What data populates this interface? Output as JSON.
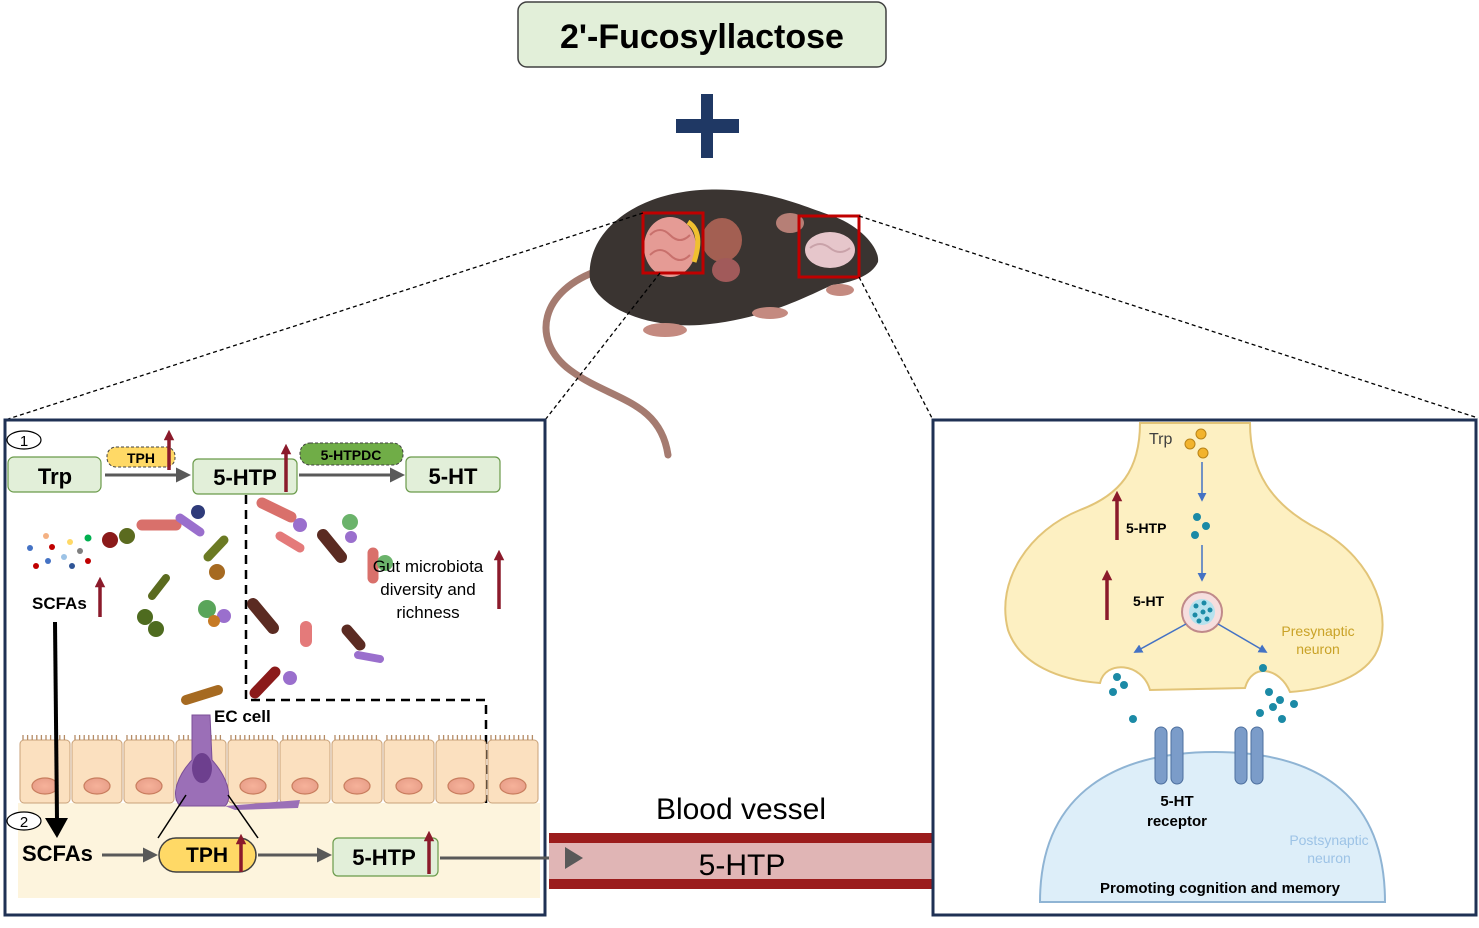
{
  "title": "2'-Fucosyllactose",
  "gut_panel": {
    "step1_marker": "1",
    "step2_marker": "2",
    "pathway": {
      "trp": "Trp",
      "tph": "TPH",
      "htp": "5-HTP",
      "htpdc": "5-HTPDC",
      "ht": "5-HT"
    },
    "scfas_small": "SCFAs",
    "microbiota_lines": [
      "Gut microbiota",
      "diversity and",
      "richness"
    ],
    "ec_cell": "EC cell",
    "lower_pathway": {
      "scfas": "SCFAs",
      "tph": "TPH",
      "htp": "5-HTP"
    }
  },
  "vessel": {
    "title": "Blood vessel",
    "content": "5-HTP"
  },
  "brain_panel": {
    "trp": "Trp",
    "htp": "5-HTP",
    "ht": "5-HT",
    "presynaptic": [
      "Presynaptic",
      "neuron"
    ],
    "receptor": [
      "5-HT",
      "receptor"
    ],
    "postsynaptic": [
      "Postsynaptic",
      "neuron"
    ],
    "conclusion": "Promoting cognition and memory"
  },
  "colors": {
    "box_green_fill": "#e2efd9",
    "box_green_stroke": "#6a9a4a",
    "tph_yellow": "#ffd966",
    "htpdc_green": "#70ad47",
    "up_arrow_red": "#8b1a2b",
    "panel_border": "#1f3154",
    "plus_navy": "#1f3864",
    "vessel_dark": "#9b1c1c",
    "vessel_light": "#e0b5b5",
    "presynaptic_fill": "#fdf0c2",
    "postsynaptic_fill": "#ddeef9",
    "receptor_blue": "#7b9cc9",
    "vesicle_teal": "#1b8aa6",
    "ec_cell_purple": "#9b6fb7"
  }
}
